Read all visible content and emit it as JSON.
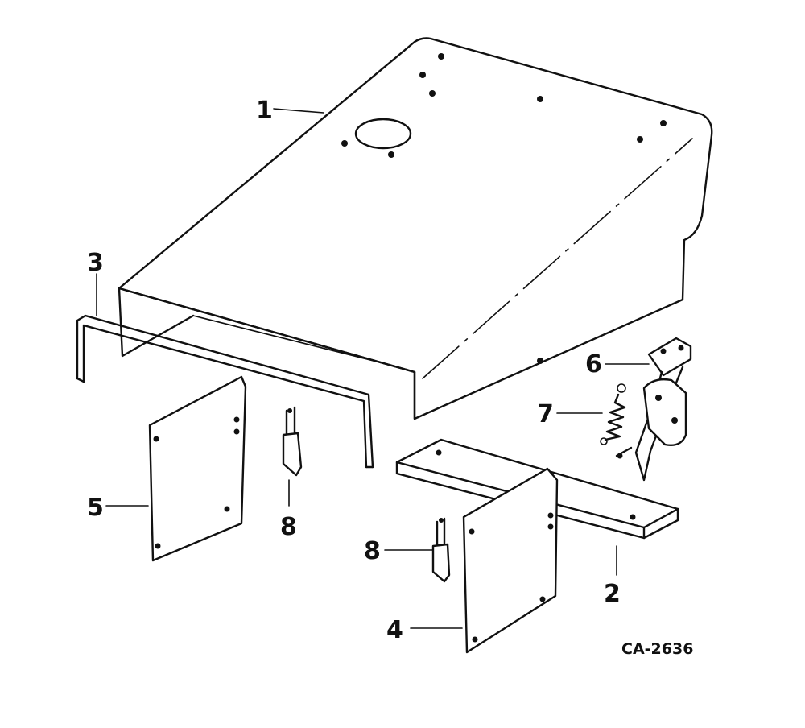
{
  "diagram": {
    "drawing_id": "CA-2636",
    "callouts": [
      {
        "id": "c1",
        "label": "1"
      },
      {
        "id": "c2",
        "label": "2"
      },
      {
        "id": "c3",
        "label": "3"
      },
      {
        "id": "c4",
        "label": "4"
      },
      {
        "id": "c5",
        "label": "5"
      },
      {
        "id": "c6",
        "label": "6"
      },
      {
        "id": "c7",
        "label": "7"
      },
      {
        "id": "c8a",
        "label": "8"
      },
      {
        "id": "c8b",
        "label": "8"
      }
    ]
  }
}
